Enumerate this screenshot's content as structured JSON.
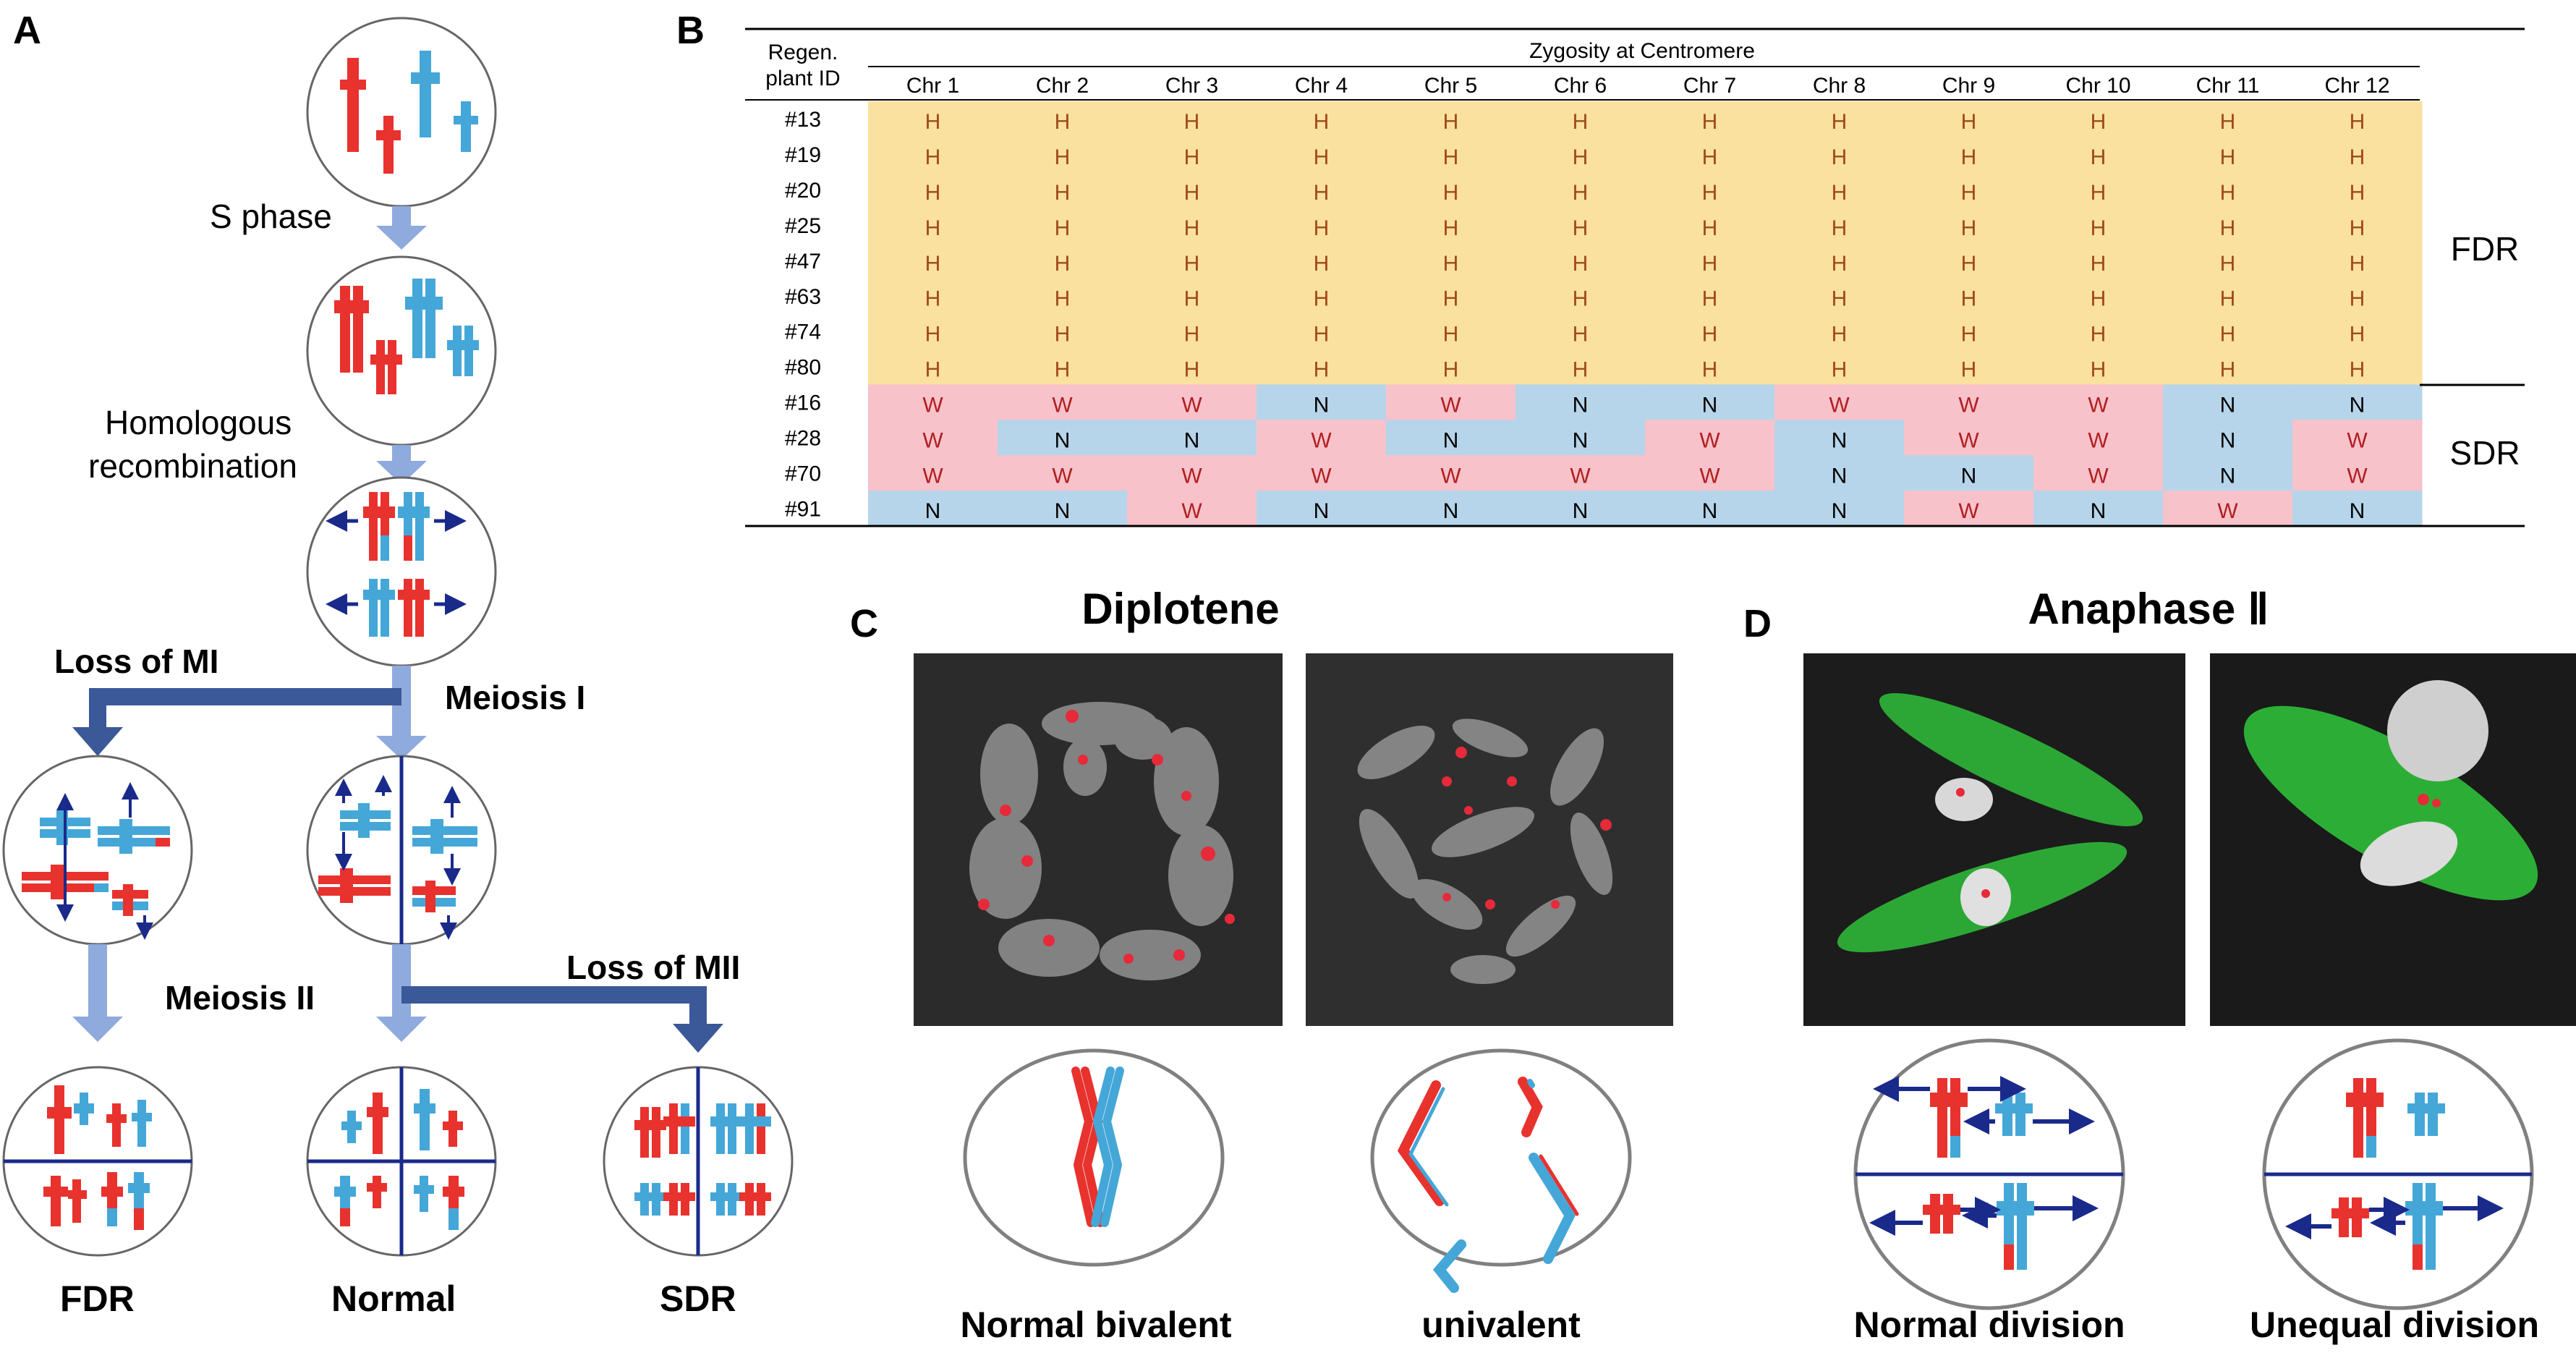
{
  "panels": {
    "A": "A",
    "B": "B",
    "C": "C",
    "D": "D"
  },
  "panelA": {
    "s_phase": "S phase",
    "hom_rec_1": "Homologous",
    "hom_rec_2": "recombination",
    "loss_mi": "Loss of MI",
    "meiosis_i": "Meiosis I",
    "meiosis_ii": "Meiosis II",
    "loss_mii": "Loss of MII",
    "fdr": "FDR",
    "normal": "Normal",
    "sdr": "SDR"
  },
  "table": {
    "header_row1": "Regen.",
    "header_row2": "plant ID",
    "group_header": "Zygosity at Centromere",
    "columns": [
      "Chr 1",
      "Chr 2",
      "Chr 3",
      "Chr 4",
      "Chr 5",
      "Chr 6",
      "Chr 7",
      "Chr 8",
      "Chr 9",
      "Chr 10",
      "Chr 11",
      "Chr 12"
    ],
    "rows": [
      {
        "id": "#13",
        "values": [
          "H",
          "H",
          "H",
          "H",
          "H",
          "H",
          "H",
          "H",
          "H",
          "H",
          "H",
          "H"
        ]
      },
      {
        "id": "#19",
        "values": [
          "H",
          "H",
          "H",
          "H",
          "H",
          "H",
          "H",
          "H",
          "H",
          "H",
          "H",
          "H"
        ]
      },
      {
        "id": "#20",
        "values": [
          "H",
          "H",
          "H",
          "H",
          "H",
          "H",
          "H",
          "H",
          "H",
          "H",
          "H",
          "H"
        ]
      },
      {
        "id": "#25",
        "values": [
          "H",
          "H",
          "H",
          "H",
          "H",
          "H",
          "H",
          "H",
          "H",
          "H",
          "H",
          "H"
        ]
      },
      {
        "id": "#47",
        "values": [
          "H",
          "H",
          "H",
          "H",
          "H",
          "H",
          "H",
          "H",
          "H",
          "H",
          "H",
          "H"
        ]
      },
      {
        "id": "#63",
        "values": [
          "H",
          "H",
          "H",
          "H",
          "H",
          "H",
          "H",
          "H",
          "H",
          "H",
          "H",
          "H"
        ]
      },
      {
        "id": "#74",
        "values": [
          "H",
          "H",
          "H",
          "H",
          "H",
          "H",
          "H",
          "H",
          "H",
          "H",
          "H",
          "H"
        ]
      },
      {
        "id": "#80",
        "values": [
          "H",
          "H",
          "H",
          "H",
          "H",
          "H",
          "H",
          "H",
          "H",
          "H",
          "H",
          "H"
        ]
      },
      {
        "id": "#16",
        "values": [
          "W",
          "W",
          "W",
          "N",
          "W",
          "N",
          "N",
          "W",
          "W",
          "W",
          "N",
          "N"
        ]
      },
      {
        "id": "#28",
        "values": [
          "W",
          "N",
          "N",
          "W",
          "N",
          "N",
          "W",
          "N",
          "W",
          "W",
          "N",
          "W"
        ]
      },
      {
        "id": "#70",
        "values": [
          "W",
          "W",
          "W",
          "W",
          "W",
          "W",
          "W",
          "N",
          "N",
          "W",
          "N",
          "W"
        ]
      },
      {
        "id": "#91",
        "values": [
          "N",
          "N",
          "W",
          "N",
          "N",
          "N",
          "N",
          "N",
          "W",
          "N",
          "W",
          "N"
        ]
      }
    ],
    "group_labels": [
      "FDR",
      "SDR"
    ],
    "colors": {
      "H": "#fbe1a0",
      "W": "#f8c2cb",
      "N": "#b6d5ea",
      "H_text": "#a04a1a",
      "W_text": "#b02020",
      "N_text": "#000000"
    }
  },
  "panelC": {
    "title": "Diplotene",
    "caption_left": "Normal bivalent",
    "caption_right": "univalent"
  },
  "panelD": {
    "title": "Anaphase Ⅱ",
    "caption_left": "Normal division",
    "caption_right": "Unequal division"
  },
  "colors": {
    "red": "#e8322e",
    "blue": "#44a7d8",
    "navy": "#1a2a8a",
    "arrow_light": "#8faadc",
    "arrow_dark": "#3b5998"
  }
}
